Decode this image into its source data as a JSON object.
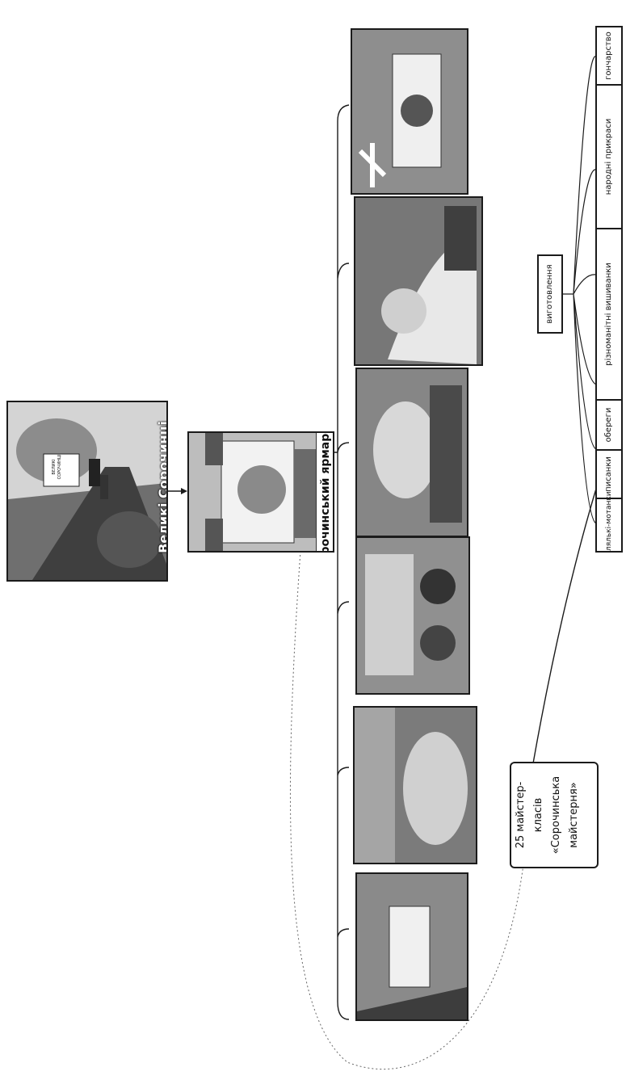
{
  "nodes": {
    "village": {
      "caption": "Великі Сорочинці",
      "sign_text": "ВЕЛИКІ СОРОЧИНЦІ"
    },
    "fair": {
      "caption": "Сорочинський ярмарок"
    },
    "fair_photos": [
      {
        "scene": "fair-scene-1"
      },
      {
        "scene": "fair-scene-2"
      },
      {
        "scene": "fair-scene-3"
      },
      {
        "scene": "fair-scene-4"
      },
      {
        "scene": "fair-scene-5"
      },
      {
        "scene": "fair-scene-6"
      }
    ],
    "masterclass": {
      "lines": [
        "25 майстер-",
        "класів",
        "«Сорочинська",
        "майстерня»"
      ]
    },
    "making": {
      "label": "виготовлення"
    },
    "crafts": [
      {
        "label": "лялькі-мотанки"
      },
      {
        "label": "писанки"
      },
      {
        "label": "обереги"
      },
      {
        "label": "різноманітні вишиванки"
      },
      {
        "label": "народні прикраси"
      },
      {
        "label": "гончарство"
      }
    ]
  },
  "colors": {
    "border": "#1b1b1b",
    "line": "#1b1b1b",
    "dashed": "#555555",
    "photo_mid": "#8a8a8a"
  }
}
